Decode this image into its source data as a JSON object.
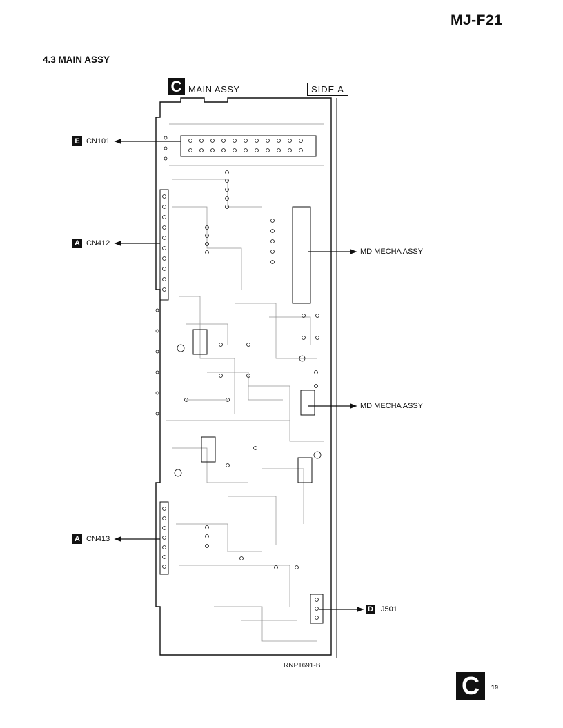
{
  "header": {
    "model": "MJ-F21"
  },
  "section": {
    "title": "4.3  MAIN ASSY"
  },
  "board": {
    "badge": "C",
    "title": "MAIN ASSY",
    "side": "SIDE  A",
    "code": "RNP1691-B"
  },
  "callouts": [
    {
      "badge": "E",
      "label": "CN101"
    },
    {
      "badge": "A",
      "label": "CN412"
    },
    {
      "badge": "",
      "label": "MD MECHA ASSY"
    },
    {
      "badge": "",
      "label": "MD MECHA ASSY"
    },
    {
      "badge": "A",
      "label": "CN413"
    },
    {
      "badge": "D",
      "label": "J501"
    }
  ],
  "footer": {
    "badge": "C",
    "page": "19"
  }
}
